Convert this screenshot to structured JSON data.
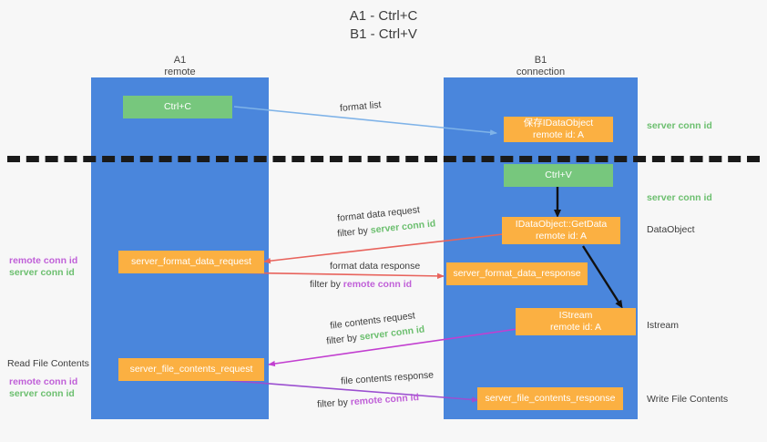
{
  "title": {
    "line1": "A1 - Ctrl+C",
    "line2": "B1 - Ctrl+V"
  },
  "lanes": [
    {
      "name": "A1",
      "sub": "remote"
    },
    {
      "name": "B1",
      "sub": "connection"
    }
  ],
  "boxes": {
    "ctrl_c": "Ctrl+C",
    "ctrl_v": "Ctrl+V",
    "save_idataobject": "保存IDataObject\nremote id: A",
    "idataobject_getdata": "IDataObject::GetData\nremote id: A",
    "istream": "IStream\nremote id: A",
    "server_format_data_request": "server_format_data_request",
    "server_format_data_response": "server_format_data_response",
    "server_file_contents_request": "server_file_contents_request",
    "server_file_contents_response": "server_file_contents_response"
  },
  "edge_labels": {
    "format_list": "format list",
    "format_data_request": "format data request",
    "format_data_request_filter_prefix": "filter by ",
    "format_data_request_filter_value": "server conn id",
    "format_data_response": "format data response",
    "format_data_response_filter_prefix": "filter by ",
    "format_data_response_filter_value": "remote conn id",
    "file_contents_request": "file contents request",
    "file_contents_request_filter_prefix": "filter by ",
    "file_contents_request_filter_value": "server conn id",
    "file_contents_response": "file contents response",
    "file_contents_response_filter_prefix": "filter by ",
    "file_contents_response_filter_value": "remote conn id"
  },
  "right_labels": {
    "server_conn_id_top": "server conn id",
    "server_conn_id_second": "server conn id",
    "dataobject": "DataObject",
    "istream": "Istream",
    "write_file_contents": "Write File Contents"
  },
  "left_labels": {
    "remote_conn_id_upper": "remote conn id",
    "server_conn_id_upper": "server conn id",
    "read_file_contents": "Read File Contents",
    "remote_conn_id_lower": "remote conn id",
    "server_conn_id_lower": "server conn id"
  },
  "colors": {
    "lane": "#4a86dc",
    "green_box": "#77c77d",
    "orange_box": "#fbb042",
    "green_text": "#6cbf6f",
    "purple_text": "#c060d8",
    "arrow_blue": "#7fb3e8",
    "arrow_red": "#e8635c",
    "arrow_magenta": "#c23fd0",
    "arrow_purple": "#9b4fd0",
    "arrow_black": "#111111",
    "background": "#f7f7f7"
  }
}
